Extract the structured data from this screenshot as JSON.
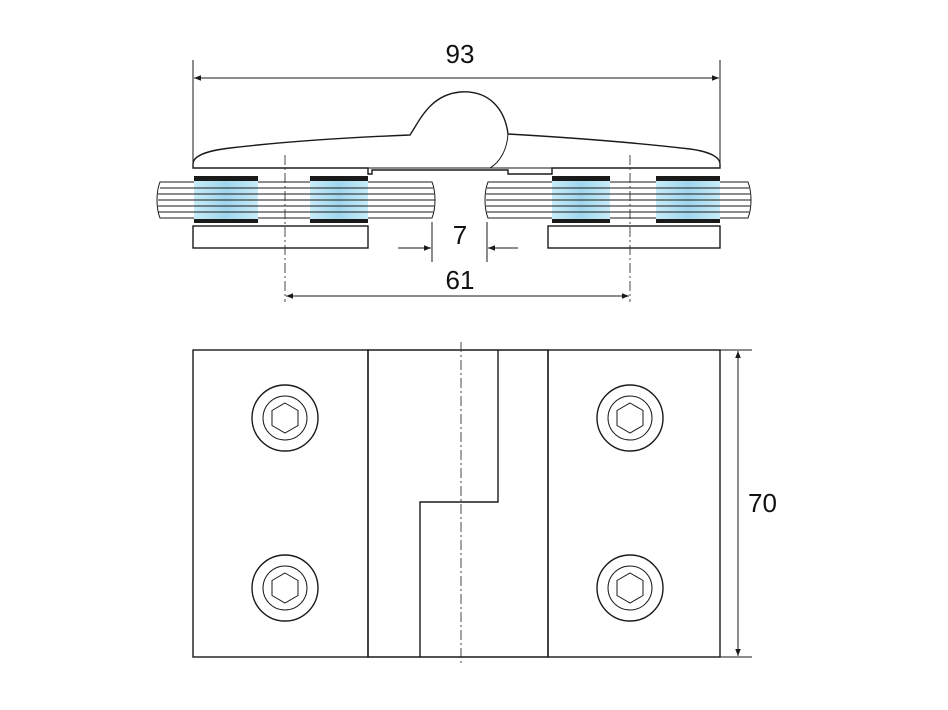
{
  "dimensions": {
    "overall_width": "93",
    "gap": "7",
    "hole_spacing": "61",
    "height": "70"
  },
  "colors": {
    "line": "#1a1a1a",
    "glass_edge": "#dfe6e6",
    "glass_tint": "#a9dbef",
    "gasket": "#1a1a1a"
  }
}
